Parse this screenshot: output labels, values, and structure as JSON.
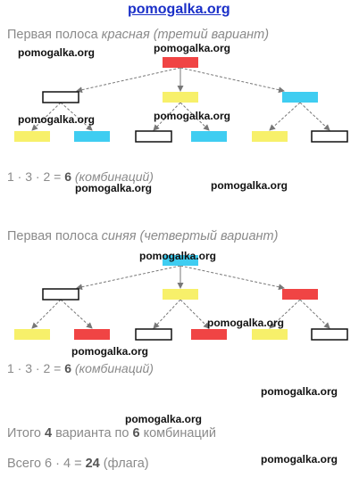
{
  "site_header": "pomogalka.org",
  "colors": {
    "red": "#f04444",
    "yellow": "#f7f06a",
    "blue": "#3fcdf1",
    "white": "#ffffff",
    "line": "#777777",
    "text": "#8a8a8a"
  },
  "section1": {
    "heading_prefix": "Первая полоса ",
    "heading_italic": "красная (третий вариант)",
    "tree": {
      "root": "red",
      "children": [
        {
          "color": "white",
          "leaves": [
            "yellow",
            "blue"
          ]
        },
        {
          "color": "yellow",
          "leaves": [
            "white",
            "blue"
          ]
        },
        {
          "color": "blue",
          "leaves": [
            "yellow",
            "white"
          ]
        }
      ]
    },
    "calc_prefix": "1 · 3 · 2 = ",
    "calc_bold": "6",
    "calc_suffix": " (комбинаций)"
  },
  "section2": {
    "heading_prefix": "Первая полоса ",
    "heading_italic": "синяя (четвертый вариант)",
    "tree": {
      "root": "blue",
      "children": [
        {
          "color": "white",
          "leaves": [
            "yellow",
            "red"
          ]
        },
        {
          "color": "yellow",
          "leaves": [
            "white",
            "red"
          ]
        },
        {
          "color": "red",
          "leaves": [
            "yellow",
            "white"
          ]
        }
      ]
    },
    "calc_prefix": "1 · 3 · 2 = ",
    "calc_bold": "6",
    "calc_suffix": " (комбинаций)"
  },
  "total1": {
    "prefix": "Итого ",
    "bold1": "4",
    "middle": " варианта по ",
    "bold2": "6",
    "suffix": " комбинаций"
  },
  "total2": {
    "prefix": "Всего 6 · 4 = ",
    "bold": "24",
    "suffix": " (флага)"
  },
  "watermark": "pomogalka.org"
}
